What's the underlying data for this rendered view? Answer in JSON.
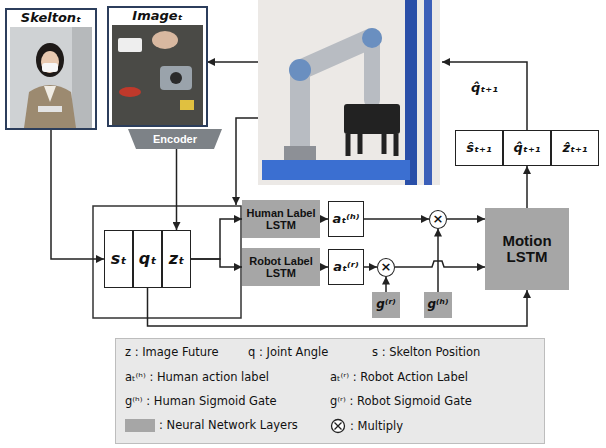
{
  "diagram": {
    "nodes": [
      {
        "text": [
          "Skeltonₜ"
        ]
      },
      {
        "text": [
          "Imageₜ"
        ]
      },
      {
        "text": [
          "Encoder"
        ]
      },
      {
        "text": [
          "ŝₜ₊₁"
        ]
      },
      {
        "text": [
          "q̂ₜ₊₁"
        ]
      },
      {
        "text": [
          "ẑₜ₊₁"
        ]
      },
      {
        "text": [
          "sₜ"
        ]
      },
      {
        "text": [
          "qₜ"
        ]
      },
      {
        "text": [
          "zₜ"
        ]
      },
      {
        "text": [
          "Human Label LSTM"
        ]
      },
      {
        "text": [
          "Robot Label LSTM"
        ]
      },
      {
        "text": [
          "aₜ⁽ʰ⁾"
        ]
      },
      {
        "text": [
          "×"
        ]
      },
      {
        "text": [
          "Motion LSTM"
        ]
      },
      {
        "text": [
          "aₜ⁽ʳ⁾"
        ]
      },
      {
        "text": [
          "×"
        ]
      },
      {
        "text": [
          "g⁽ʳ⁾"
        ]
      },
      {
        "text": [
          "g⁽ʰ⁾"
        ]
      }
    ],
    "edges": [
      {
        "from": 0,
        "to": 6,
        "arrow": "to"
      },
      {
        "from": 2,
        "to": 8,
        "arrow": "to"
      },
      {
        "from": 8,
        "to": 9,
        "arrow": "to"
      },
      {
        "from": 8,
        "to": 10,
        "arrow": "to"
      },
      {
        "from": 9,
        "to": 11,
        "arrow": "to"
      },
      {
        "from": 10,
        "to": 14,
        "arrow": "to"
      },
      {
        "from": 11,
        "to": 12,
        "arrow": "to"
      },
      {
        "from": 14,
        "to": 15,
        "arrow": "to"
      },
      {
        "from": 16,
        "to": 15,
        "arrow": "to"
      },
      {
        "from": 17,
        "to": 12,
        "arrow": "to"
      },
      {
        "from": 12,
        "to": 13,
        "arrow": "to"
      },
      {
        "from": 15,
        "to": 13,
        "arrow": "to"
      },
      {
        "from": 7,
        "to": 13,
        "arrow": "to"
      },
      {
        "from": 13,
        "to": 4,
        "arrow": "to"
      }
    ],
    "labels": [
      "q̂ₜ₊₁"
    ],
    "legend": [
      {
        "text": "z : Image Future"
      },
      {
        "text": "q : Joint Angle"
      },
      {
        "text": "s : Skelton Position"
      },
      {
        "text": "aₜ⁽ʰ⁾ : Human action label"
      },
      {
        "text": "aₜ⁽ʳ⁾ : Robot Action Label"
      },
      {
        "text": "g⁽ʰ⁾ : Human Sigmoid Gate"
      },
      {
        "text": "g⁽ʳ⁾ : Robot Sigmoid Gate"
      },
      {
        "text": ": Neural Network Layers",
        "color": "#a6a6a6"
      },
      {
        "text": ": Multiply"
      }
    ]
  }
}
